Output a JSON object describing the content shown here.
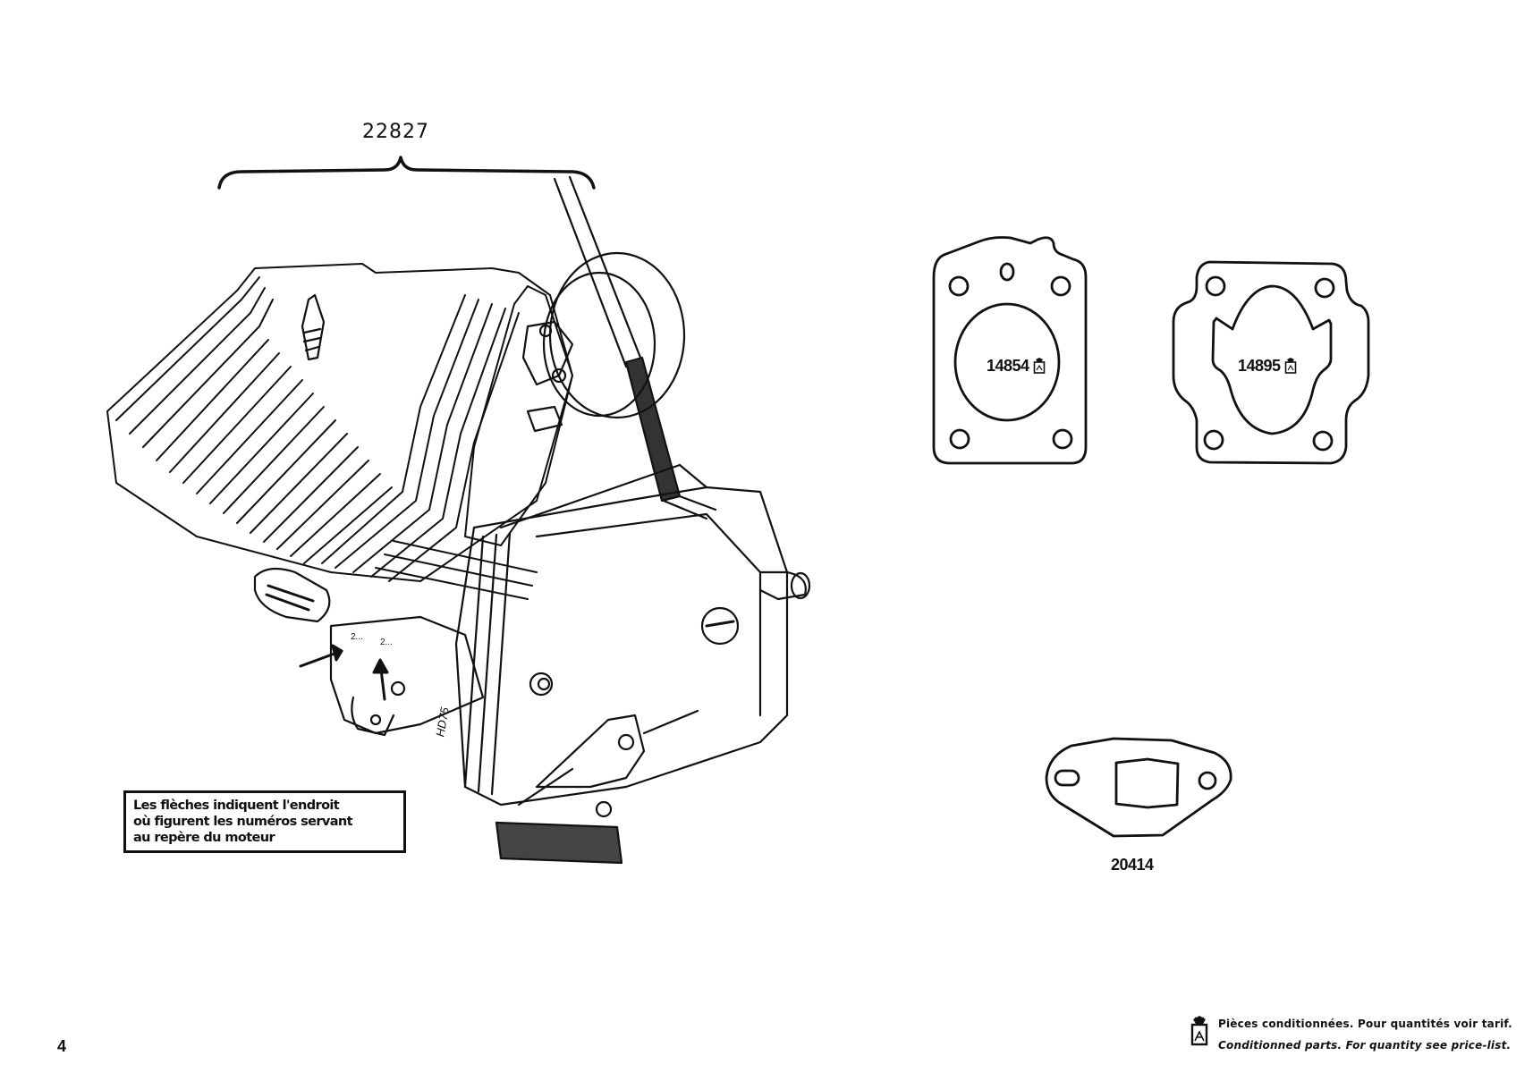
{
  "page": {
    "number": "4"
  },
  "engine_assembly": {
    "part_number": "22827",
    "engine_marks": [
      "2...",
      "2..."
    ],
    "engine_code": "HD75"
  },
  "gaskets": [
    {
      "part_number": "14854",
      "icon": "conditioned-part-icon"
    },
    {
      "part_number": "14895",
      "icon": "conditioned-part-icon"
    },
    {
      "part_number": "20414"
    }
  ],
  "note": {
    "lines": [
      "Les flèches indiquent l'endroit",
      "où figurent les numéros servant",
      "au repère du moteur"
    ]
  },
  "legend": {
    "icon": "conditioned-part-icon",
    "french": "Pièces conditionnées. Pour quantités voir tarif.",
    "english": "Conditionned parts. For quantity see price-list."
  },
  "colors": {
    "ink": "#111111",
    "paper": "#ffffff"
  }
}
